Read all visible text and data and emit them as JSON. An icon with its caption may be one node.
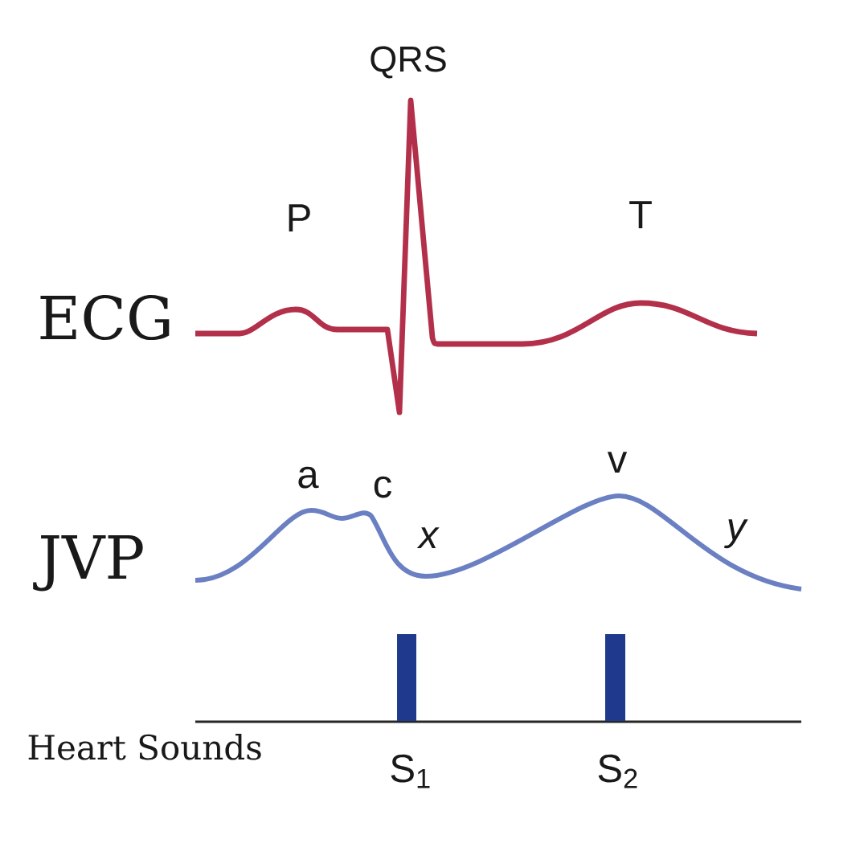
{
  "diagram": {
    "labels": [
      "QRS",
      "P",
      "T",
      "ECG",
      "a",
      "c",
      "v",
      "x",
      "y",
      "JVP",
      "Heart Sounds",
      "S$_{1}$",
      "S$_{2}$"
    ]
  }
}
